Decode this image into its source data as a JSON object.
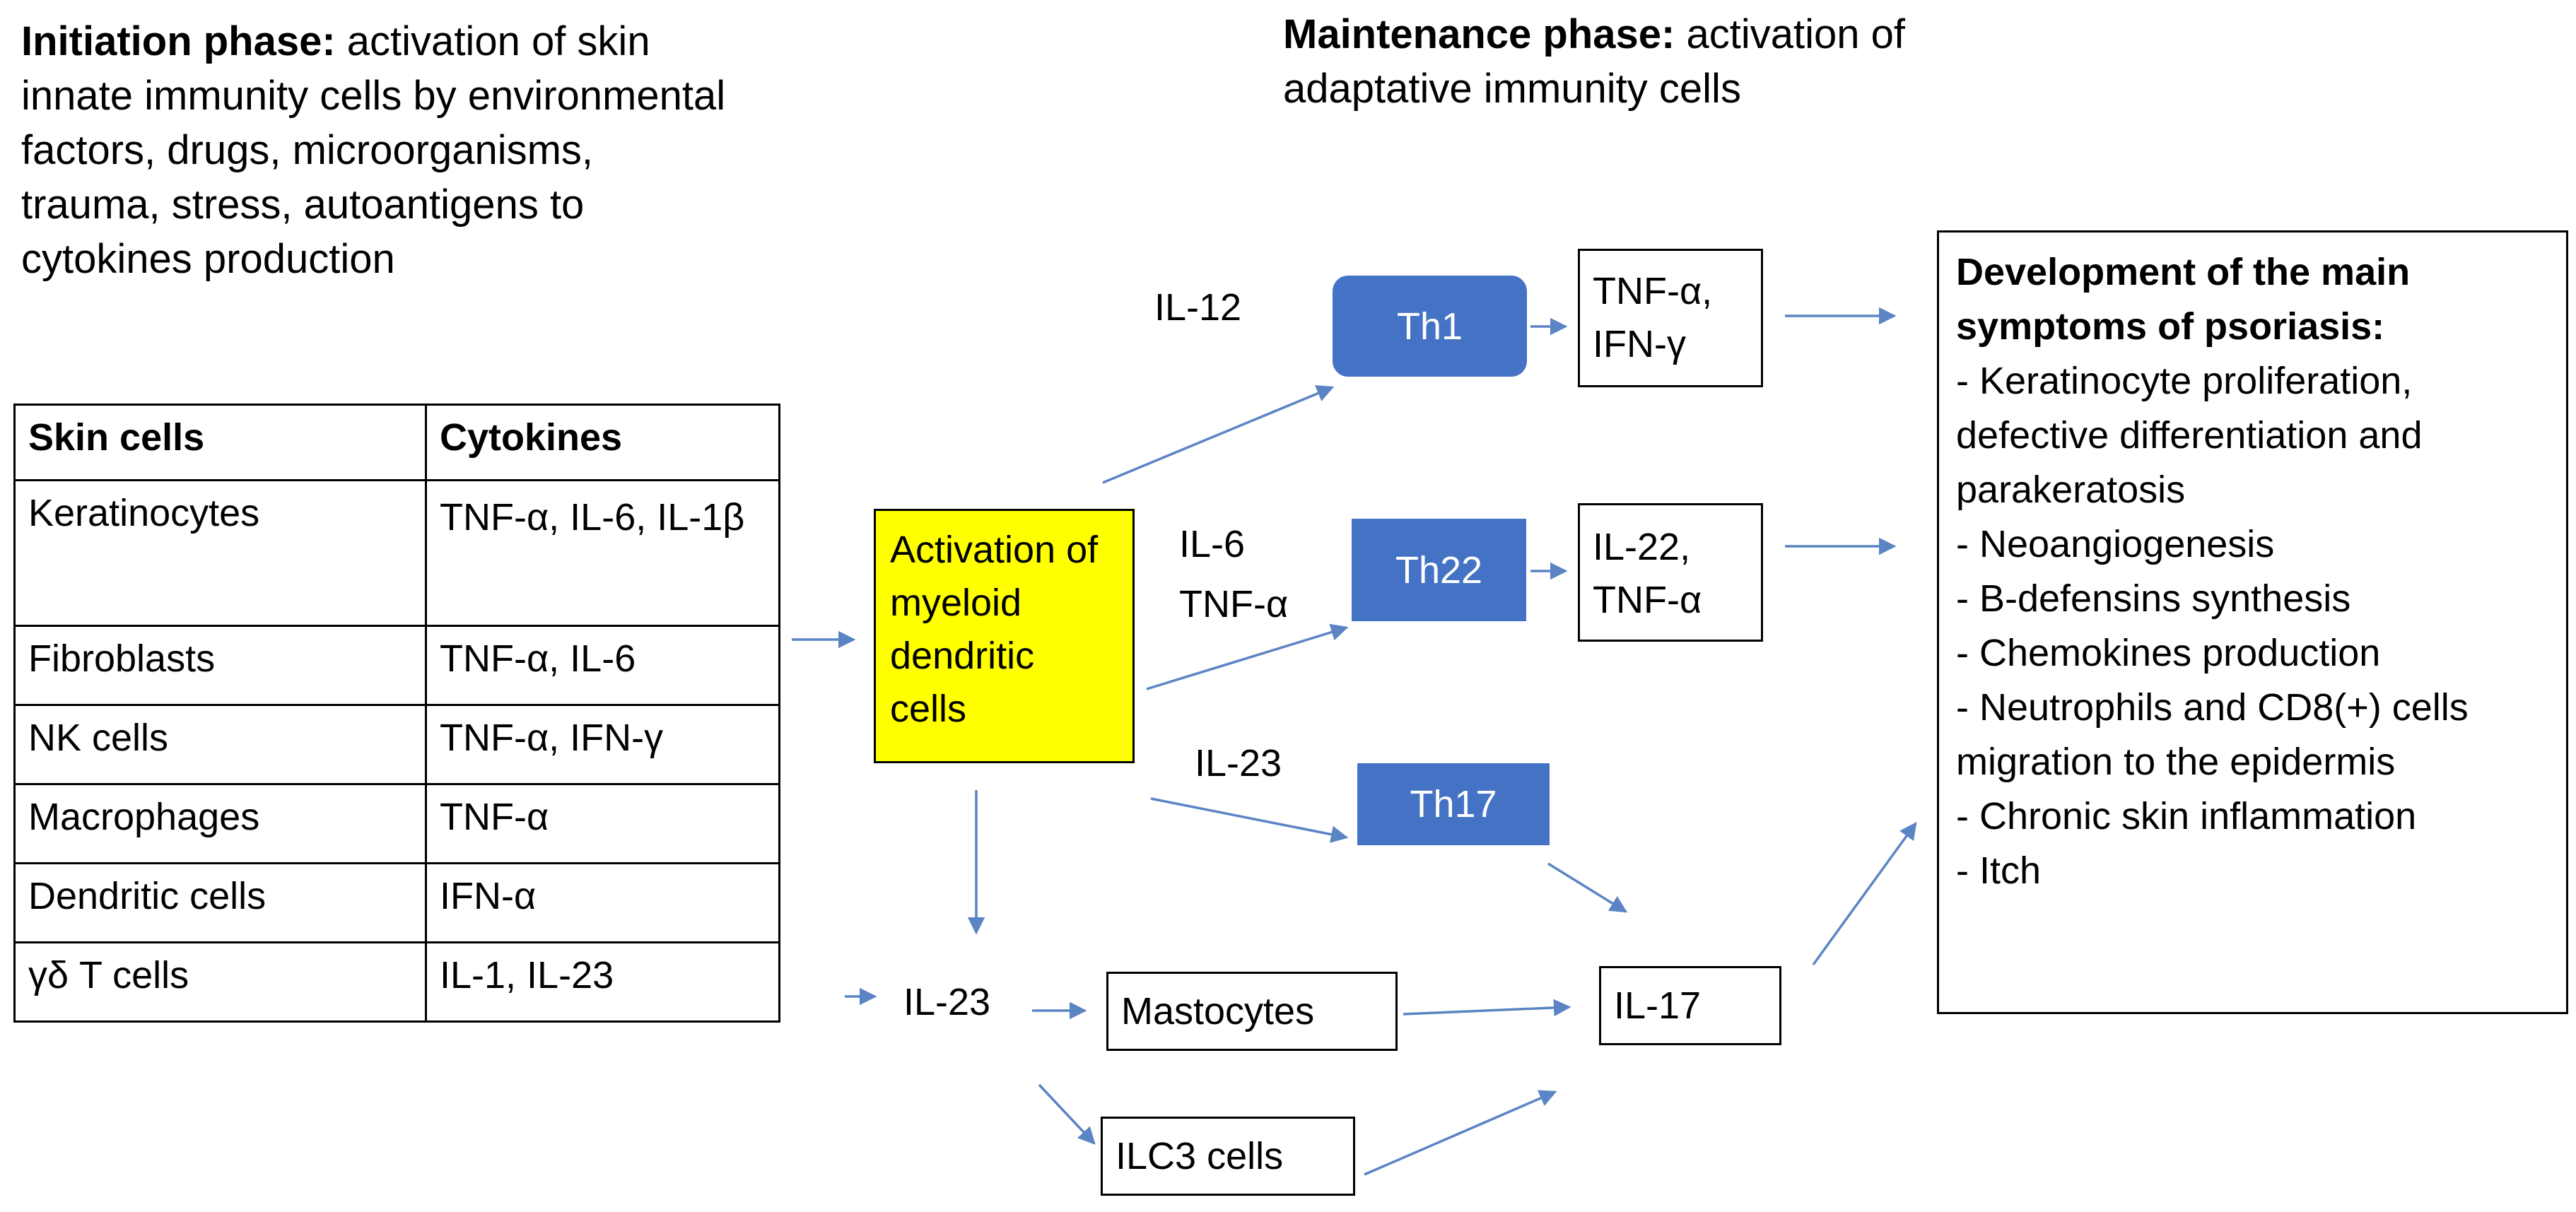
{
  "initiation": {
    "bold": "Initiation phase:",
    "rest": " activation of skin innate immunity cells by environmental factors, drugs, microorganisms, trauma, stress, autoantigens to cytokines production"
  },
  "maintenance": {
    "bold": "Maintenance phase:",
    "rest": " activation of adaptative immunity cells"
  },
  "table": {
    "header": [
      "Skin cells",
      "Cytokines"
    ],
    "rows": [
      [
        "Keratinocytes",
        "TNF-α, IL-6, IL-1β"
      ],
      [
        "Fibroblasts",
        "TNF-α, IL-6"
      ],
      [
        "NK cells",
        "TNF-α, IFN-γ"
      ],
      [
        "Macrophages",
        "TNF-α"
      ],
      [
        "Dendritic cells",
        "IFN-α"
      ],
      [
        "γδ T cells",
        "IL-1, IL-23"
      ]
    ]
  },
  "nodes": {
    "myeloid": "Activation of myeloid dendritic cells",
    "th1": "Th1",
    "th22": "Th22",
    "th17": "Th17",
    "tnf_ifn": "TNF-α, IFN-γ",
    "il22_tnf": "IL-22, TNF-α",
    "mastocytes": "Mastocytes",
    "ilc3": "ILC3 cells",
    "il17": "IL-17"
  },
  "labels": {
    "il12": "IL-12",
    "il6": "IL-6",
    "tnfa": "TNF-α",
    "il23_th17": "IL-23",
    "il23_center": "IL-23"
  },
  "symptoms": {
    "title": "Development of the main symptoms of psoriasis:",
    "items": [
      "- Keratinocyte proliferation, defective differentiation and parakeratosis",
      "- Neoangiogenesis",
      "- B-defensins synthesis",
      "- Chemokines production",
      "- Neutrophils and CD8(+) cells migration to the epidermis",
      "- Chronic skin inflammation",
      "- Itch"
    ]
  },
  "colors": {
    "th_box": "#4472c4",
    "myeloid_box": "#ffff00",
    "arrow": "#5b84c4"
  }
}
